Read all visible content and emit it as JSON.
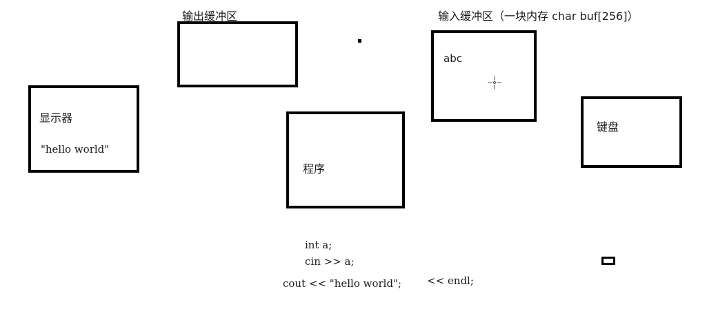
{
  "buffers": {
    "output_title": "输出缓冲区",
    "input_title": "输入缓冲区（一块内存 char buf[256]）",
    "input_content": "abc"
  },
  "display": {
    "title": "显示器",
    "content": "\"hello world\""
  },
  "program": {
    "title": "程序"
  },
  "keyboard": {
    "title": "键盘"
  },
  "code": {
    "line1": "int a;",
    "line2": "cin >> a;",
    "line3a": "cout << \"hello world\";",
    "line3b": "<< endl;"
  }
}
